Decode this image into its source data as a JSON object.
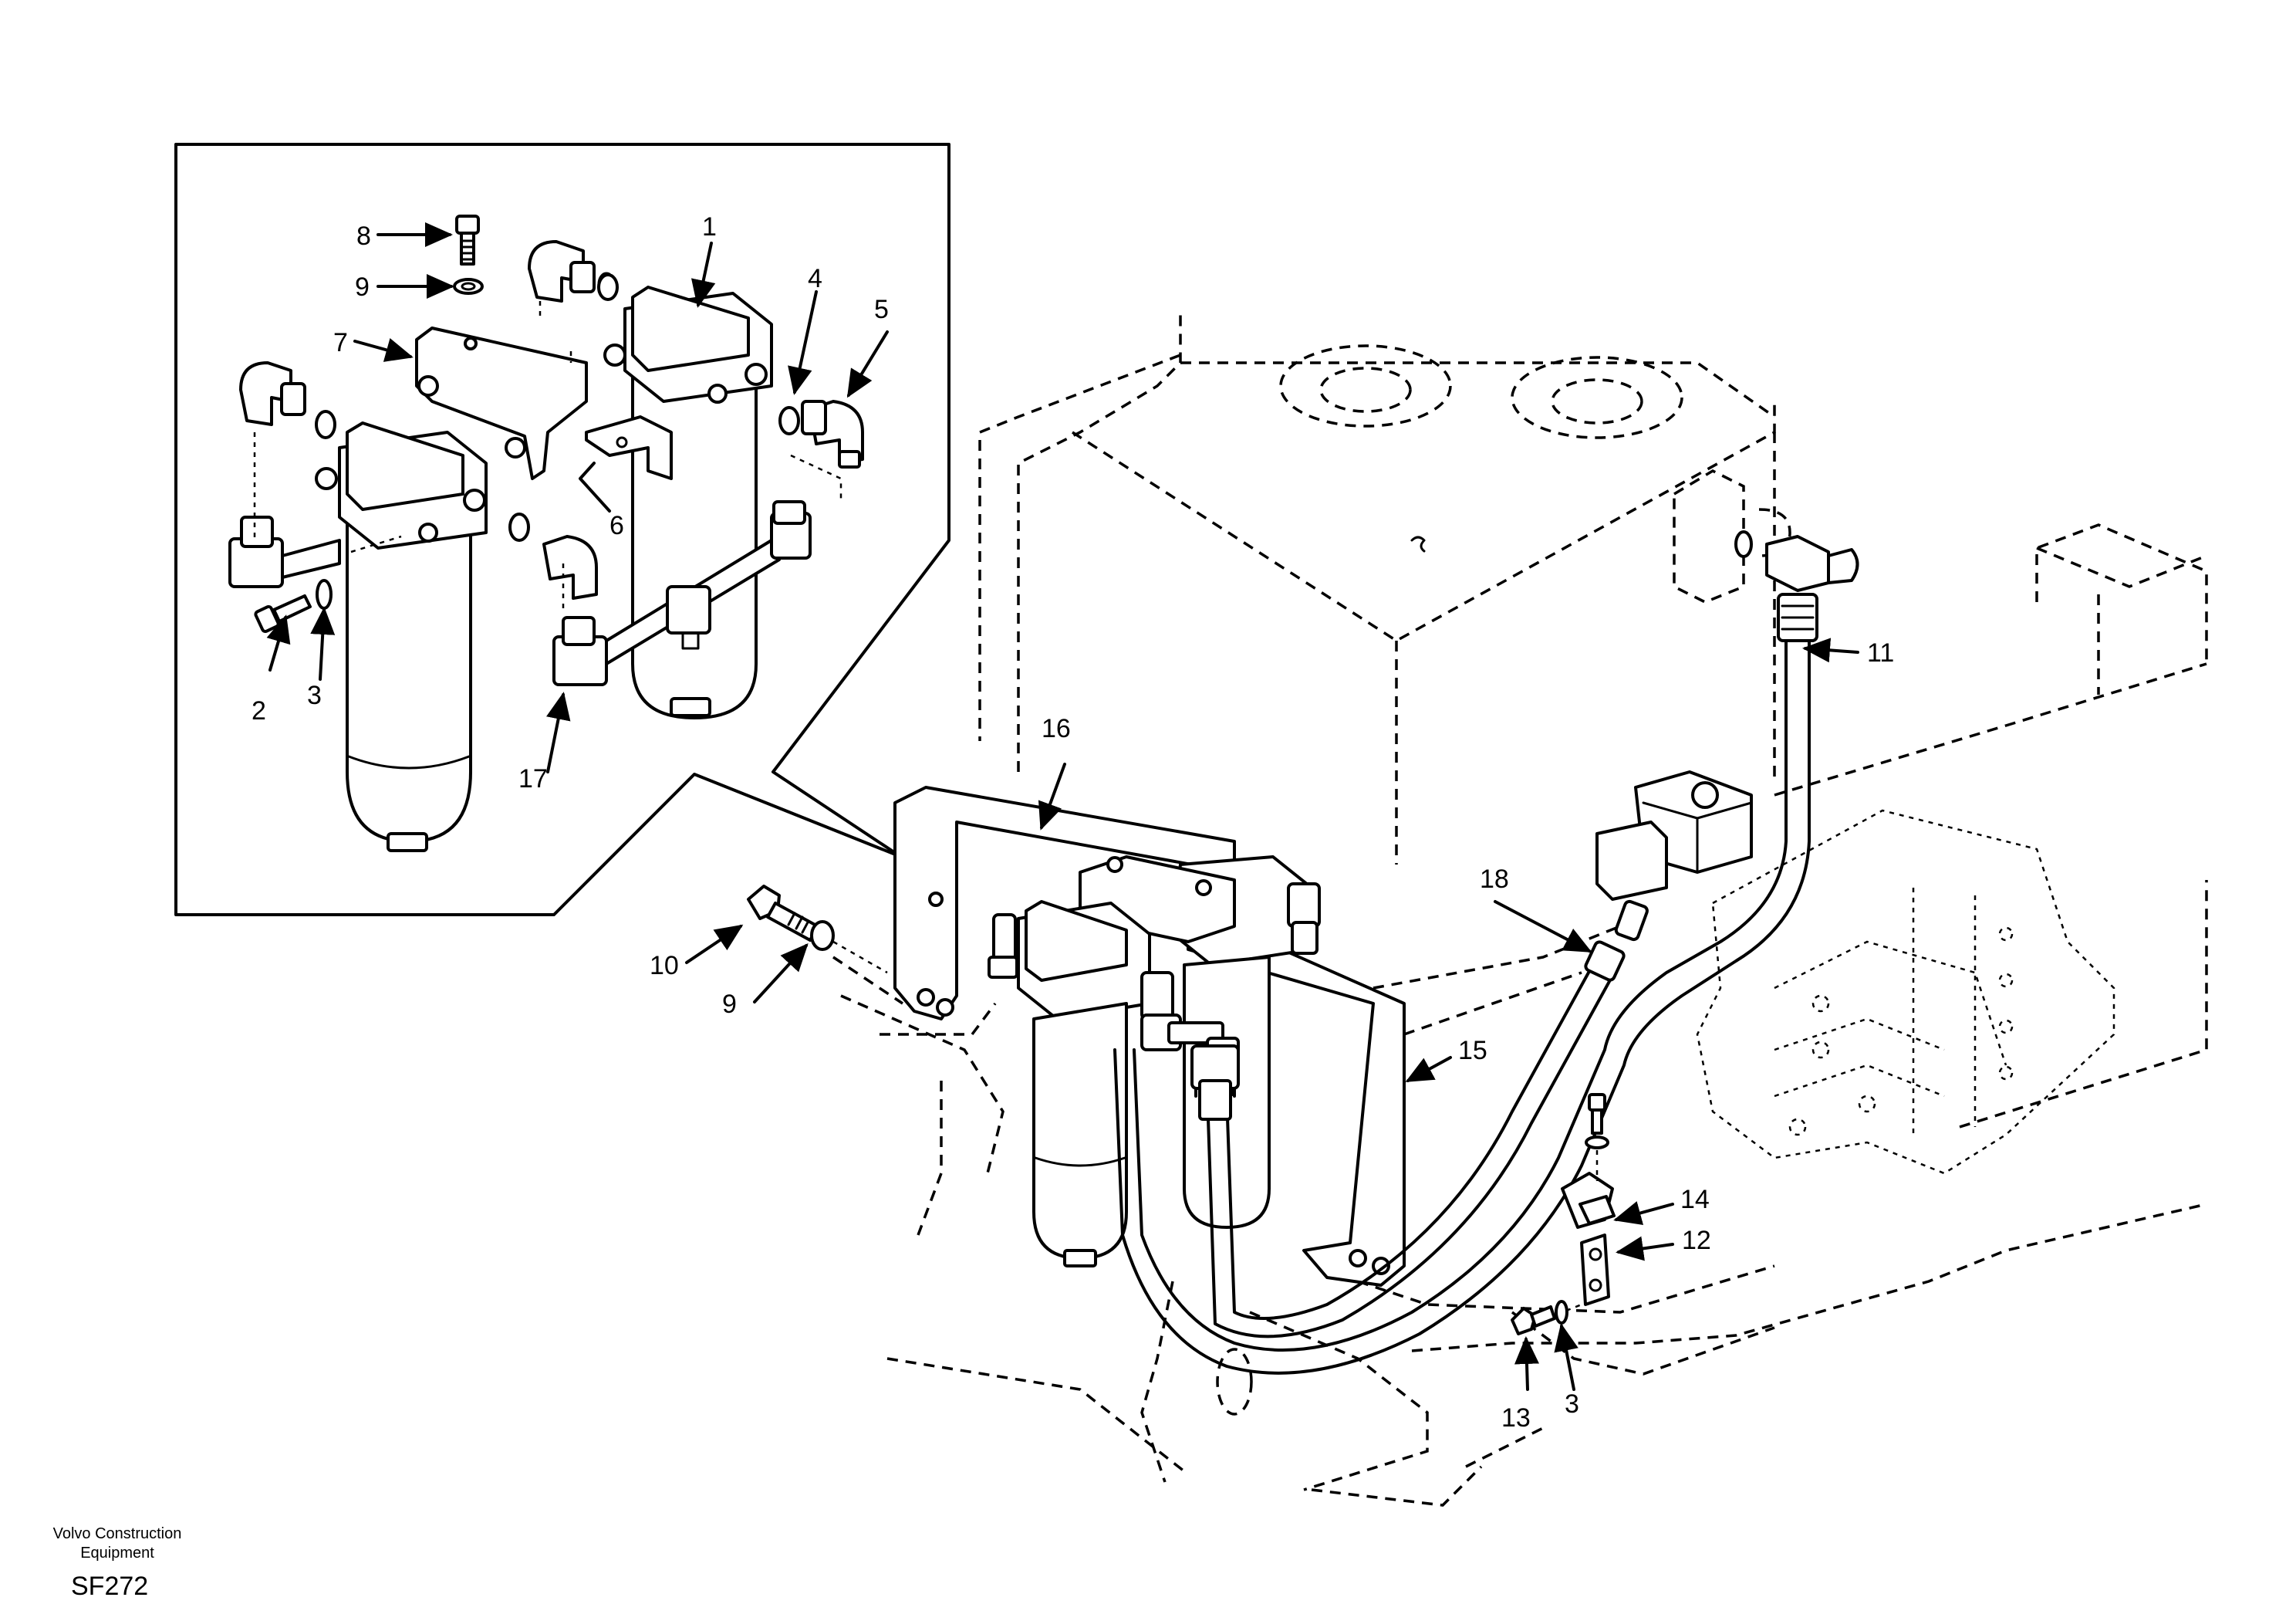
{
  "callouts": {
    "c1": "1",
    "c2": "2",
    "c3a": "3",
    "c3b": "3",
    "c4": "4",
    "c5": "5",
    "c6": "6",
    "c7": "7",
    "c8": "8",
    "c9a": "9",
    "c9b": "9",
    "c10": "10",
    "c11": "11",
    "c12": "12",
    "c13": "13",
    "c14": "14",
    "c15": "15",
    "c16": "16",
    "c17": "17",
    "c18": "18"
  },
  "footer": {
    "brand_line1": "Volvo Construction",
    "brand_line2": "Equipment",
    "code": "SF272"
  }
}
